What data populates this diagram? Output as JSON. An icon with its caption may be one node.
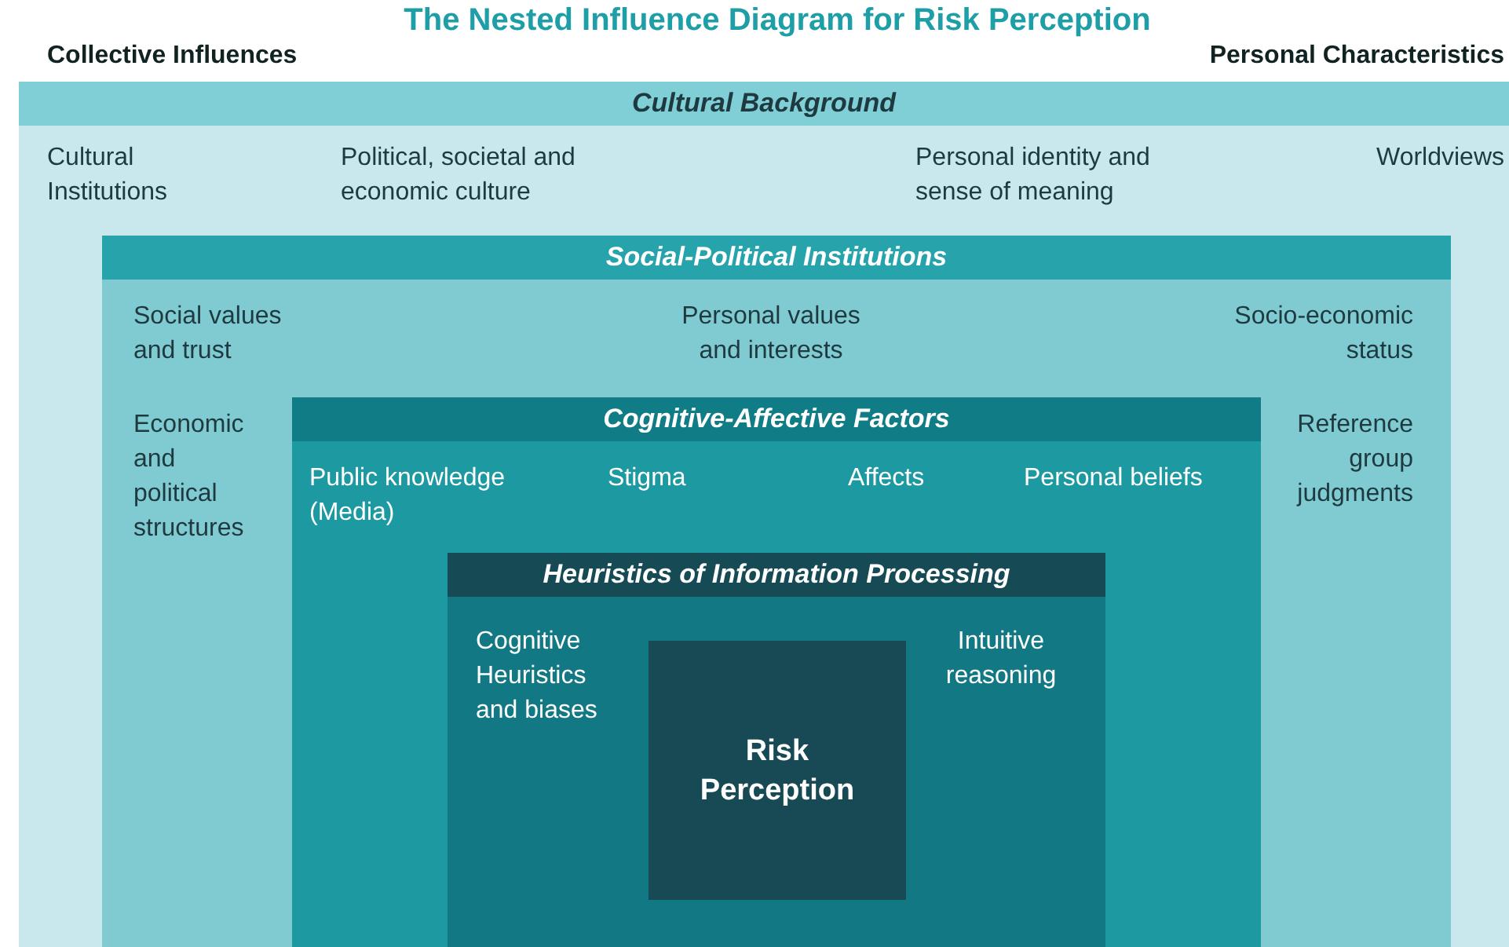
{
  "diagram": {
    "title": "The Nested Influence Diagram for Risk Perception",
    "nodes": [
      {
        "text": [
          "Cultural Background",
          "Cultural Institutions",
          "Political, societal and economic culture",
          "Personal identity and sense of meaning",
          "Worldviews"
        ]
      },
      {
        "text": [
          "Social-Political Institutions",
          "Social values and trust",
          "Personal values and interests",
          "Socio-economic status",
          "Economic and political structures",
          "Reference group judgments"
        ],
        "in": 0
      },
      {
        "text": [
          "Cognitive-Affective Factors",
          "Public knowledge (Media)",
          "Stigma",
          "Affects",
          "Personal beliefs"
        ],
        "in": 1
      },
      {
        "text": [
          "Heuristics of Information Processing",
          "Cognitive Heuristics and biases",
          "Intuitive reasoning"
        ],
        "in": 2
      },
      {
        "text": [
          "Risk Perception"
        ],
        "in": 3
      }
    ],
    "labels": [
      "Collective Influences",
      "Personal Characteristics"
    ]
  }
}
